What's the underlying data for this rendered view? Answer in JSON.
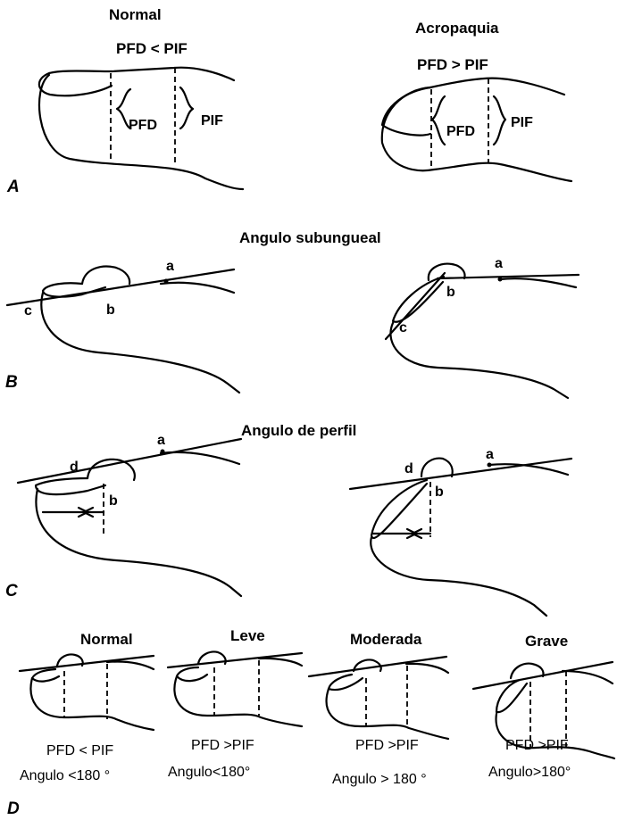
{
  "panel_a": {
    "left": {
      "title": "Normal",
      "formula": "PFD < PIF",
      "label_pfd": "PFD",
      "label_pif": "PIF"
    },
    "right": {
      "title": "Acropaquia",
      "formula": "PFD > PIF",
      "label_pfd": "PFD",
      "label_pif": "PIF"
    },
    "panel_label": "A"
  },
  "panel_b": {
    "title": "Angulo subungueal",
    "left_points": {
      "a": "a",
      "b": "b",
      "c": "c"
    },
    "right_points": {
      "a": "a",
      "b": "b",
      "c": "c"
    },
    "panel_label": "B"
  },
  "panel_c": {
    "title": "Angulo de perfil",
    "left_points": {
      "a": "a",
      "b": "b",
      "d": "d"
    },
    "right_points": {
      "a": "a",
      "b": "b",
      "d": "d"
    },
    "panel_label": "C"
  },
  "panel_d": {
    "stages": [
      {
        "title": "Normal",
        "formula": "PFD < PIF",
        "angle": "Angulo <180 °"
      },
      {
        "title": "Leve",
        "formula": "PFD >PIF",
        "angle": "Angulo<180°"
      },
      {
        "title": "Moderada",
        "formula": "PFD >PIF",
        "angle": "Angulo > 180 °"
      },
      {
        "title": "Grave",
        "formula": "PFD >PIF",
        "angle": "Angulo>180°"
      }
    ],
    "panel_label": "D"
  }
}
